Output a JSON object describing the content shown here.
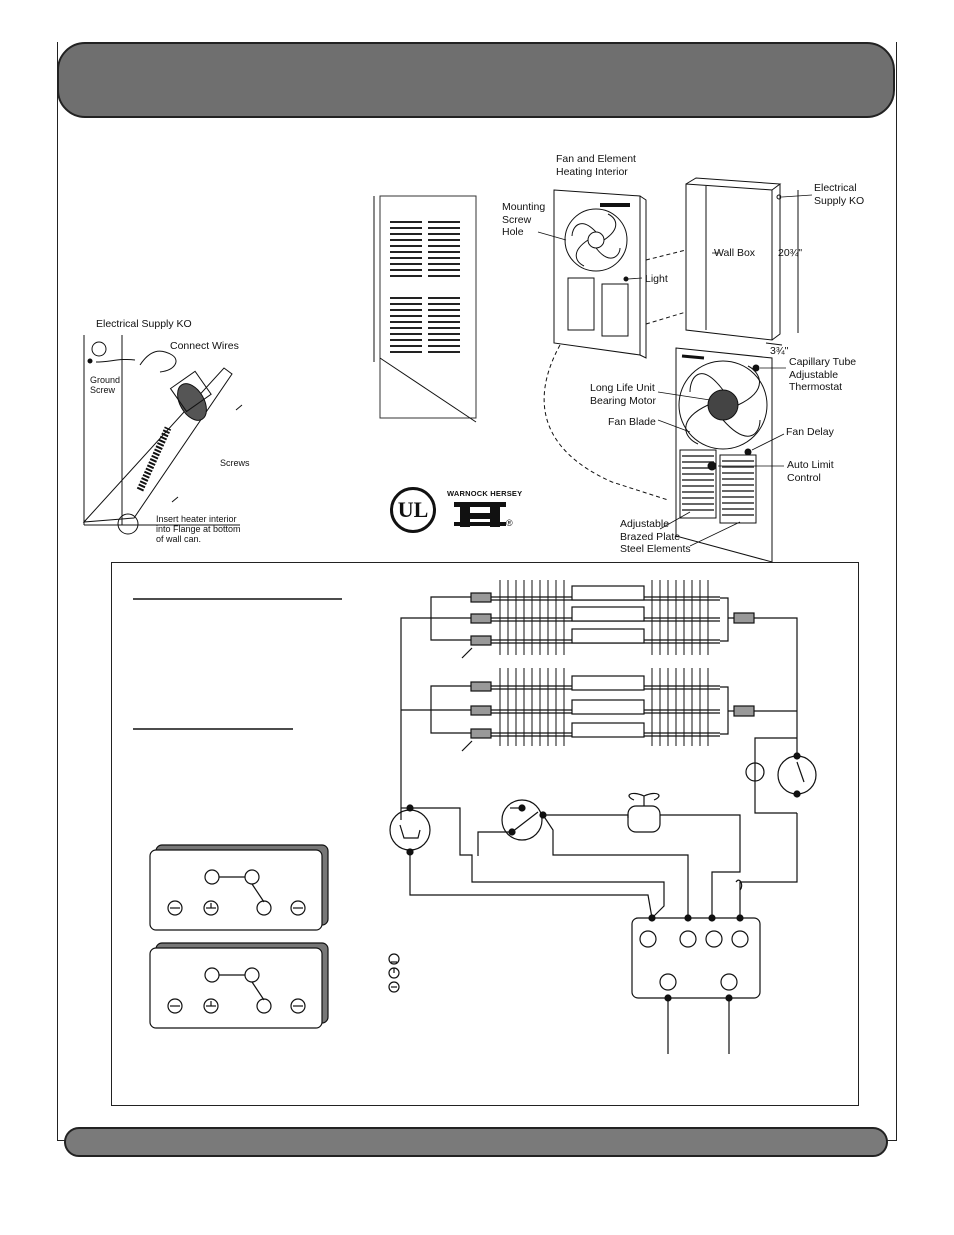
{
  "header": {
    "title": ""
  },
  "footer": {
    "text": ""
  },
  "installation": {
    "electrical_supply_ko": "Electrical Supply KO",
    "connect_wires": "Connect Wires",
    "ground_screw": "Ground\nScrew",
    "screws": "Screws",
    "insert_note": "Insert heater interior\ninto Flange at bottom\nof wall can."
  },
  "exploded_view": {
    "fan_element_interior": "Fan and Element\nHeating Interior",
    "mounting_screw_hole": "Mounting\nScrew\nHole",
    "light": "Light",
    "wall_box": "Wall Box",
    "electrical_supply_ko": "Electrical\nSupply KO",
    "height_dim": "20¾\"",
    "depth_dim": "3¾\"",
    "capillary_tube": "Capillary Tube\nAdjustable\nThermostat",
    "long_life_motor": "Long Life Unit\nBearing Motor",
    "fan_blade": "Fan Blade",
    "fan_delay": "Fan Delay",
    "auto_limit": "Auto Limit\nControl",
    "elements": "Adjustable\nBrazed Plate\nSteel Elements"
  },
  "certifications": {
    "ul": "UL",
    "warnock_hersey": "WARNOCK HERSEY",
    "registered": "®"
  },
  "icons": [
    "ul-logo-icon",
    "warnock-hersey-logo-icon",
    "fan-icon",
    "thermostat-icon",
    "limit-switch-icon",
    "relay-icon"
  ]
}
